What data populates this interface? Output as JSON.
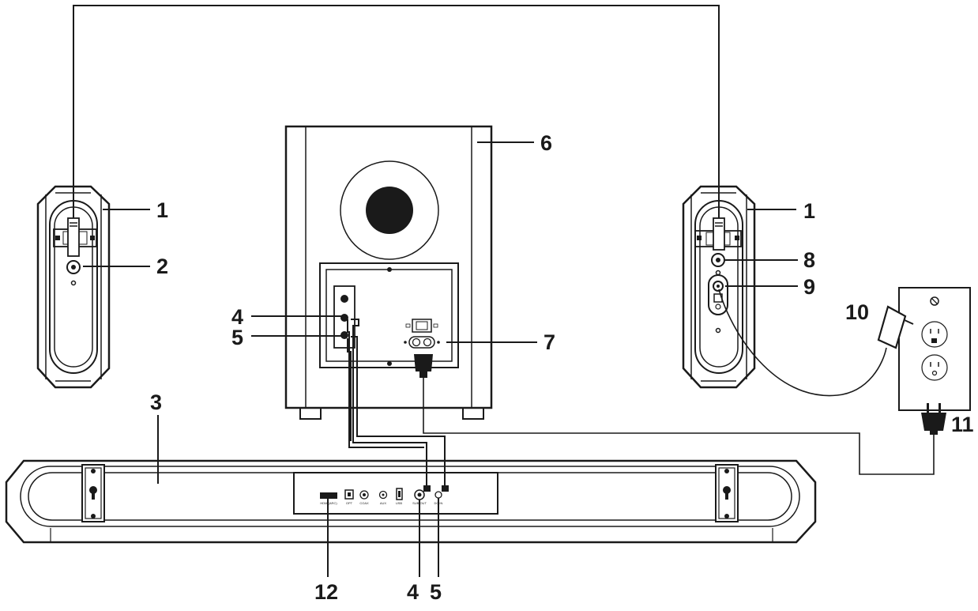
{
  "callouts": {
    "c1_left": "1",
    "c1_right": "1",
    "c2": "2",
    "c3": "3",
    "c4_sub": "4",
    "c5_sub": "5",
    "c6": "6",
    "c7": "7",
    "c8": "8",
    "c9": "9",
    "c10": "10",
    "c11": "11",
    "c12": "12",
    "c4_bar": "4",
    "c5_bar": "5"
  },
  "port_labels": {
    "hdmi": "HDMI(ARC)",
    "opt": "OPT",
    "coax": "COAX",
    "aux": "AUX",
    "usb": "USB",
    "sub_out": "SUB OUT",
    "dc_in": "DC IN"
  },
  "colors": {
    "line": "#1a1a1a",
    "fill": "#ffffff",
    "accent": "#000000"
  }
}
